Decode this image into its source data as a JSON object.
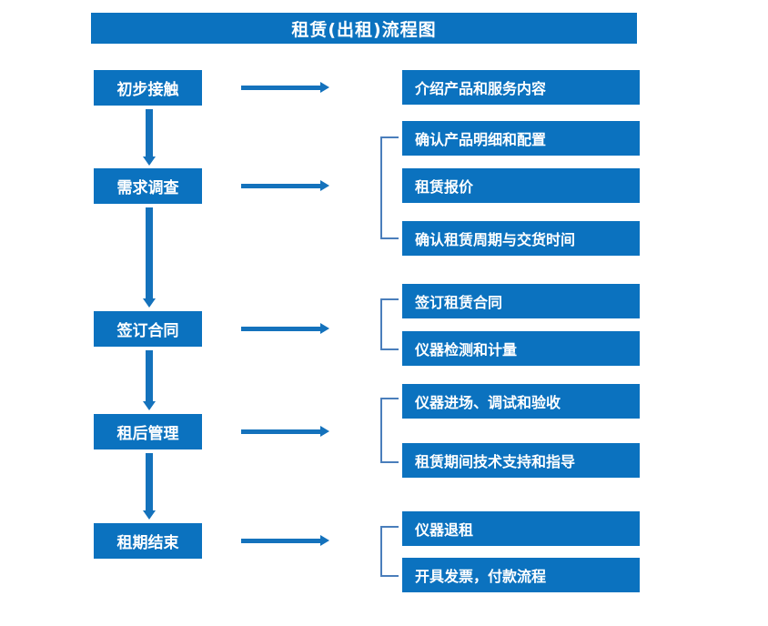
{
  "title": "租赁(出租)流程图",
  "colors": {
    "box_fill": "#0b72bf",
    "box_text": "#ffffff",
    "arrow": "#1472bc",
    "bracket": "#4a7ebb",
    "background": "#ffffff"
  },
  "left_column": [
    {
      "label": "初步接触"
    },
    {
      "label": "需求调查"
    },
    {
      "label": "签订合同"
    },
    {
      "label": "租后管理"
    },
    {
      "label": "租期结束"
    }
  ],
  "right_column": [
    {
      "label": "介绍产品和服务内容"
    },
    {
      "label": "确认产品明细和配置"
    },
    {
      "label": "租赁报价"
    },
    {
      "label": "确认租赁周期与交货时间"
    },
    {
      "label": "签订租赁合同"
    },
    {
      "label": "仪器检测和计量"
    },
    {
      "label": "仪器进场、调试和验收"
    },
    {
      "label": "租赁期间技术支持和指导"
    },
    {
      "label": "仪器退租"
    },
    {
      "label": "开具发票，付款流程"
    }
  ]
}
